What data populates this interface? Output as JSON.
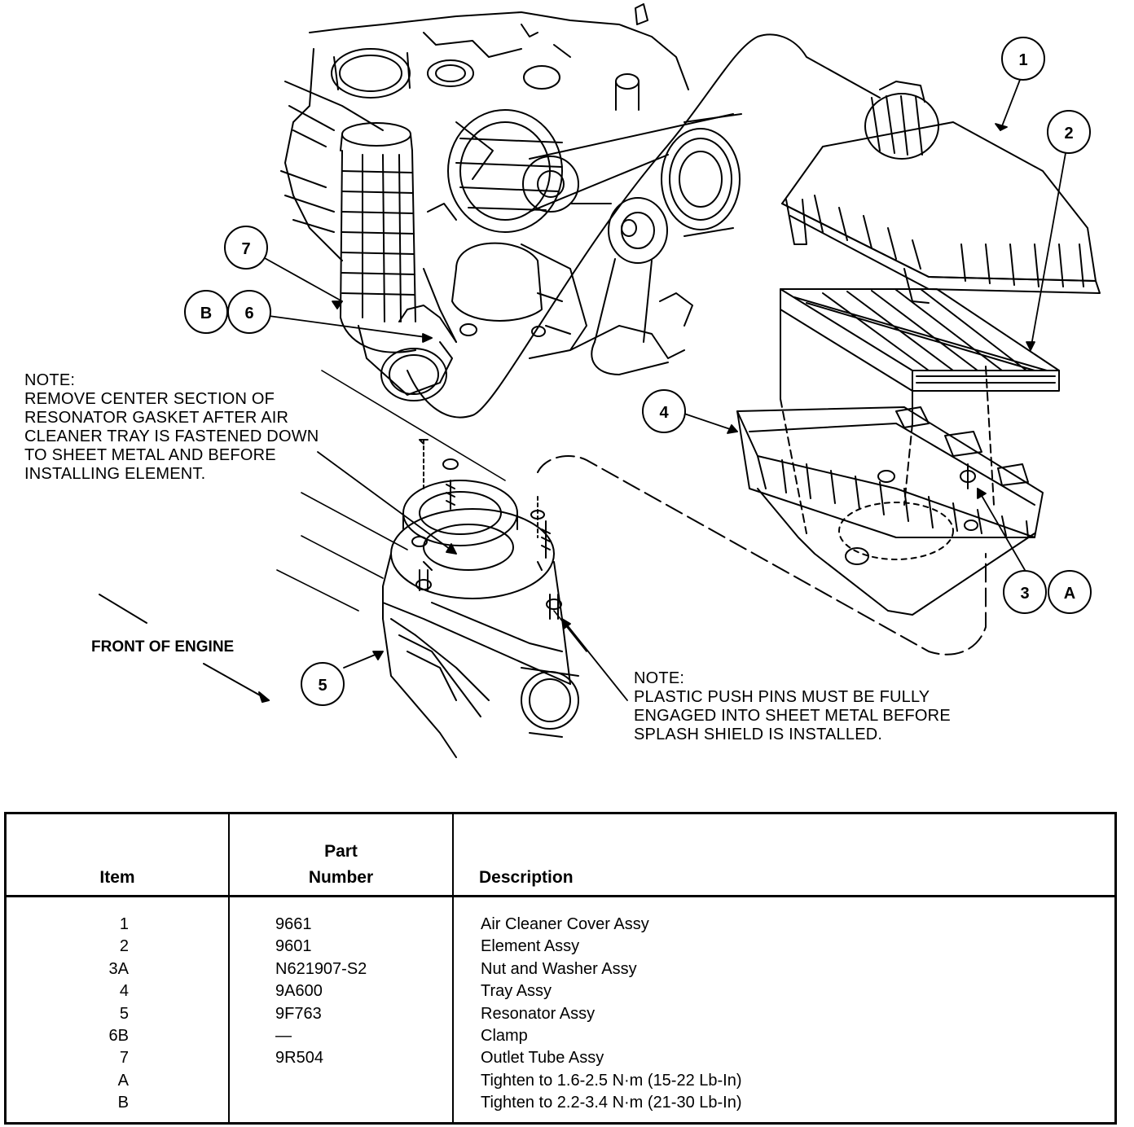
{
  "callouts": [
    "1",
    "2",
    "3",
    "A",
    "4",
    "5",
    "6",
    "B",
    "7"
  ],
  "notes": {
    "resonator": {
      "heading": "NOTE:",
      "lines": [
        "REMOVE CENTER SECTION OF",
        "RESONATOR GASKET AFTER AIR",
        "CLEANER TRAY IS FASTENED DOWN",
        "TO SHEET METAL AND BEFORE",
        "INSTALLING ELEMENT."
      ]
    },
    "push_pins": {
      "heading": "NOTE:",
      "lines": [
        "PLASTIC PUSH PINS MUST BE FULLY",
        "ENGAGED INTO SHEET METAL BEFORE",
        "SPLASH SHIELD IS INSTALLED."
      ]
    }
  },
  "front_label": "FRONT OF ENGINE",
  "table": {
    "headers": {
      "item": "Item",
      "part_line1": "Part",
      "part_line2": "Number",
      "description": "Description"
    },
    "rows": [
      {
        "item": "1",
        "part": "9661",
        "description": "Air Cleaner Cover Assy"
      },
      {
        "item": "2",
        "part": "9601",
        "description": "Element Assy"
      },
      {
        "item": "3A",
        "part": "N621907-S2",
        "description": "Nut and Washer Assy"
      },
      {
        "item": "4",
        "part": "9A600",
        "description": "Tray Assy"
      },
      {
        "item": "5",
        "part": "9F763",
        "description": "Resonator Assy"
      },
      {
        "item": "6B",
        "part": "—",
        "description": "Clamp"
      },
      {
        "item": "7",
        "part": "9R504",
        "description": "Outlet Tube Assy"
      },
      {
        "item": "A",
        "part": "",
        "description": "Tighten to 1.6-2.5 N·m (15-22 Lb-In)"
      },
      {
        "item": "B",
        "part": "",
        "description": "Tighten to 2.2-3.4 N·m (21-30 Lb-In)"
      }
    ]
  }
}
